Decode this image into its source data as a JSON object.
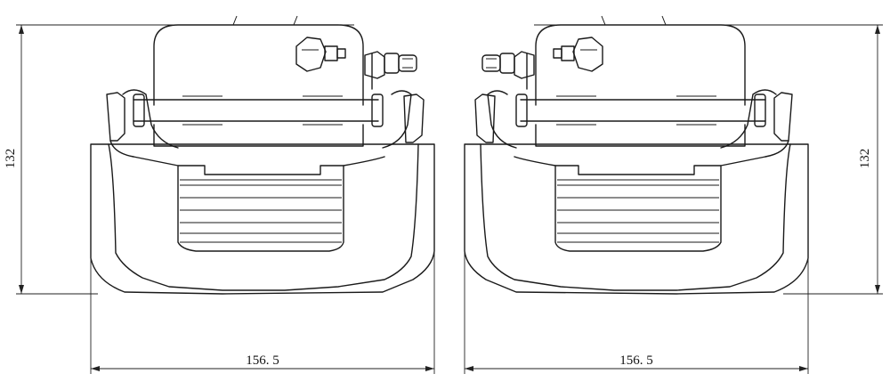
{
  "left_view": {
    "height_dimension": "132",
    "width_dimension": "156. 5"
  },
  "right_view": {
    "height_dimension": "132",
    "width_dimension": "156. 5"
  }
}
